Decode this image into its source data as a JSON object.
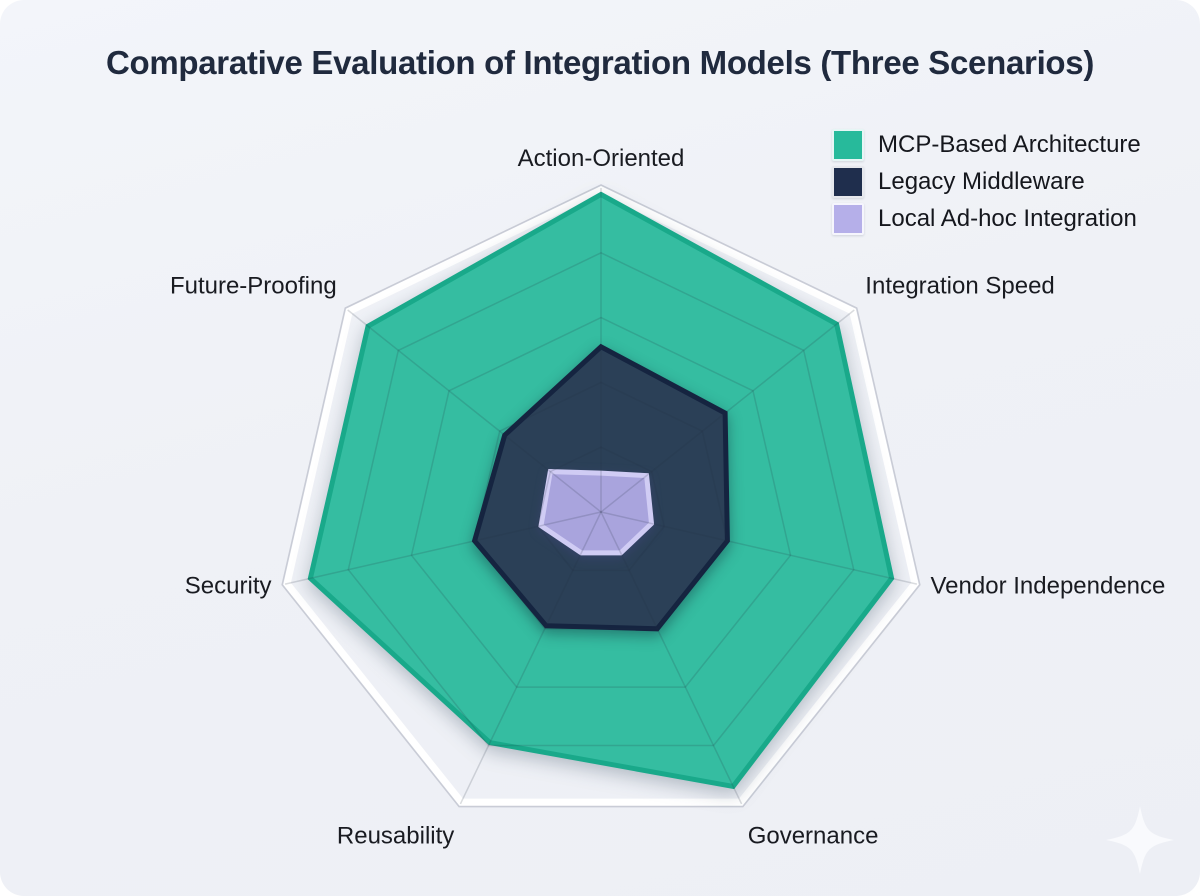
{
  "title": "Comparative Evaluation of Integration Models (Three Scenarios)",
  "chart_data": {
    "type": "radar",
    "categories": [
      "Action-Oriented",
      "Integration Speed",
      "Vendor Independence",
      "Governance",
      "Reusability",
      "Security",
      "Future-Proofing"
    ],
    "series": [
      {
        "name": "MCP-Based Architecture",
        "values": [
          9.8,
          9.3,
          9.2,
          9.4,
          7.9,
          9.2,
          9.2
        ],
        "fill": "#35bda1",
        "stroke": "#19a98a",
        "legend_color": "#27ba9b"
      },
      {
        "name": "Legacy Middleware",
        "values": [
          5.1,
          4.9,
          4.0,
          4.0,
          3.9,
          4.0,
          3.8
        ],
        "fill": "#2b4057",
        "stroke": "#152440",
        "legend_color": "#1f2e4d"
      },
      {
        "name": "Local Ad-hoc Integration",
        "values": [
          1.2,
          1.8,
          1.6,
          1.4,
          1.4,
          1.9,
          2.0
        ],
        "fill": "#a9a4dd",
        "stroke": "#d0ccf4",
        "legend_color": "#b5afe9"
      }
    ],
    "scale": {
      "min": 0,
      "max": 10,
      "rings": [
        2,
        4,
        6,
        8,
        10
      ]
    },
    "grid": true,
    "legend_position": "top-right",
    "axes_start": "top",
    "direction": "clockwise"
  },
  "colors": {
    "card_background": "#eff1f6",
    "title_text": "#202a3e",
    "axis_label_text": "#191b21",
    "grid_line": "#d5d8e1",
    "outer_ring_band": "#ffffff"
  },
  "decor": {
    "sparkle_icon": "four-point-star"
  }
}
